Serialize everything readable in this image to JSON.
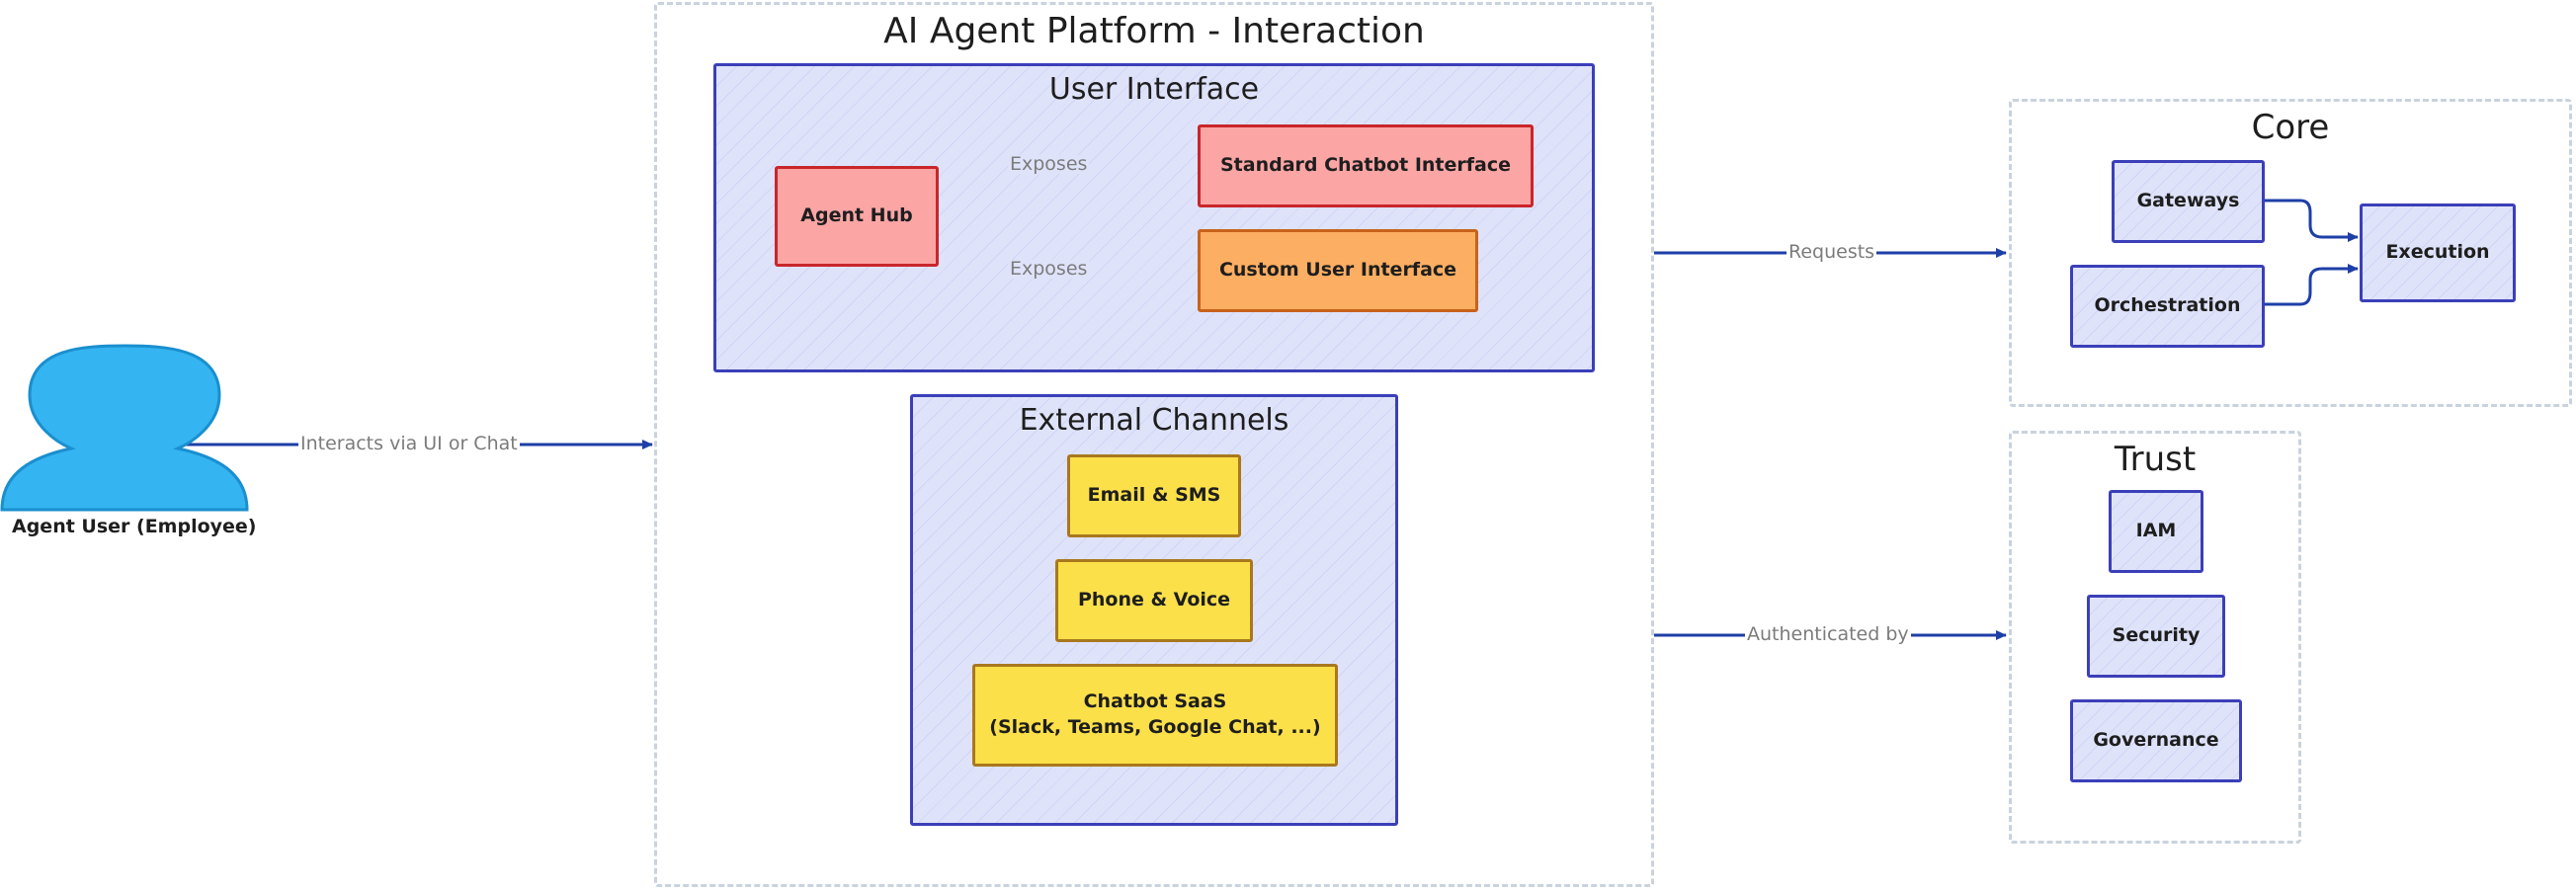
{
  "actor": {
    "label": "Agent User (Employee)",
    "icon": "user-icon",
    "color": "#34b4f0"
  },
  "platform": {
    "title": "AI Agent Platform - Interaction",
    "user_interface": {
      "title": "User Interface",
      "agent_hub": "Agent Hub",
      "standard_chatbot": "Standard Chatbot Interface",
      "custom_ui": "Custom User Interface"
    },
    "external_channels": {
      "title": "External Channels",
      "email_sms": "Email & SMS",
      "phone_voice": "Phone & Voice",
      "chatbot_saas": "Chatbot SaaS\n(Slack, Teams, Google Chat, ...)"
    }
  },
  "core": {
    "title": "Core",
    "gateways": "Gateways",
    "orchestration": "Orchestration",
    "execution": "Execution"
  },
  "trust": {
    "title": "Trust",
    "iam": "IAM",
    "security": "Security",
    "governance": "Governance"
  },
  "edges": {
    "interacts": "Interacts via UI or Chat",
    "exposes_standard": "Exposes",
    "exposes_custom": "Exposes",
    "requests": "Requests",
    "authenticated": "Authenticated by"
  },
  "colors": {
    "arrow": "#1e3fa8",
    "zone_fill": "#dfe3fa",
    "zone_stroke": "#3b3fb8",
    "red_fill": "#fba5a5",
    "orange_fill": "#fcae62",
    "yellow_fill": "#fbe04a",
    "dashed_border": "#c9d3dd"
  }
}
